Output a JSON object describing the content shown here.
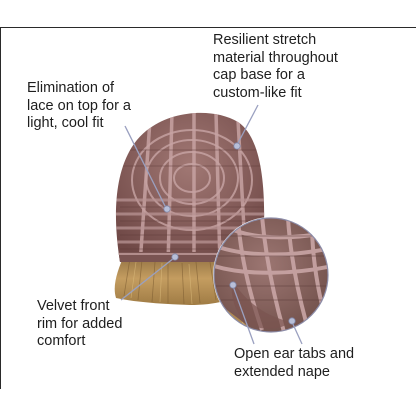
{
  "callouts": {
    "stretch": "Resilient stretch\nmaterial throughout\ncap base for a\ncustom-like fit",
    "lace": "Elimination of\nlace on top for a\nlight, cool fit",
    "velvet": "Velvet front\nrim for added\ncomfort",
    "ear": "Open ear tabs and\nextended nape"
  },
  "colors": {
    "cap_base": "#8a5f5c",
    "cap_strip": "#b69191",
    "hair": "#b08a52",
    "callout_line": "#9aa0c0",
    "callout_dot": "#b8bfd8"
  }
}
